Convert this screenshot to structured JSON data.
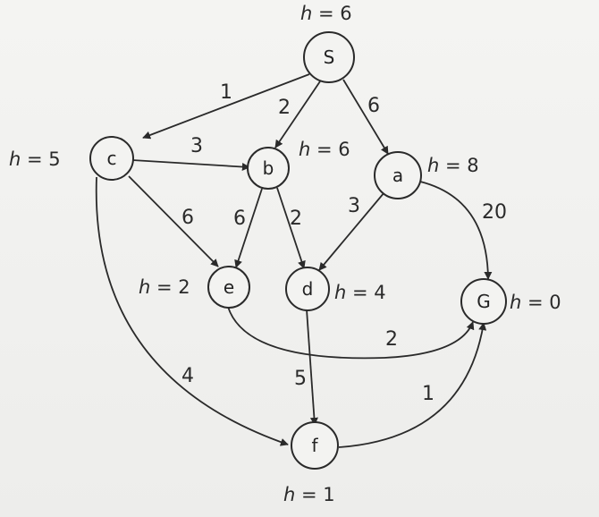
{
  "nodes": [
    {
      "id": "S",
      "label": "S",
      "h": "6"
    },
    {
      "id": "c",
      "label": "c",
      "h": "5"
    },
    {
      "id": "b",
      "label": "b",
      "h": "6"
    },
    {
      "id": "a",
      "label": "a",
      "h": "8"
    },
    {
      "id": "e",
      "label": "e",
      "h": "2"
    },
    {
      "id": "d",
      "label": "d",
      "h": "4"
    },
    {
      "id": "G",
      "label": "G",
      "h": "0"
    },
    {
      "id": "f",
      "label": "f",
      "h": "1"
    }
  ],
  "edges": [
    {
      "from": "S",
      "to": "c",
      "weight": "1"
    },
    {
      "from": "S",
      "to": "b",
      "weight": "2"
    },
    {
      "from": "S",
      "to": "a",
      "weight": "6"
    },
    {
      "from": "c",
      "to": "b",
      "weight": "3"
    },
    {
      "from": "c",
      "to": "e",
      "weight": "6"
    },
    {
      "from": "b",
      "to": "e",
      "weight": "6"
    },
    {
      "from": "b",
      "to": "d",
      "weight": "2"
    },
    {
      "from": "a",
      "to": "d",
      "weight": "3"
    },
    {
      "from": "a",
      "to": "G",
      "weight": "20"
    },
    {
      "from": "e",
      "to": "G",
      "weight": "2"
    },
    {
      "from": "d",
      "to": "f",
      "weight": "5"
    },
    {
      "from": "c",
      "to": "f",
      "weight": "4"
    },
    {
      "from": "f",
      "to": "G",
      "weight": "1"
    }
  ],
  "h_prefix": "h",
  "h_equals": "="
}
